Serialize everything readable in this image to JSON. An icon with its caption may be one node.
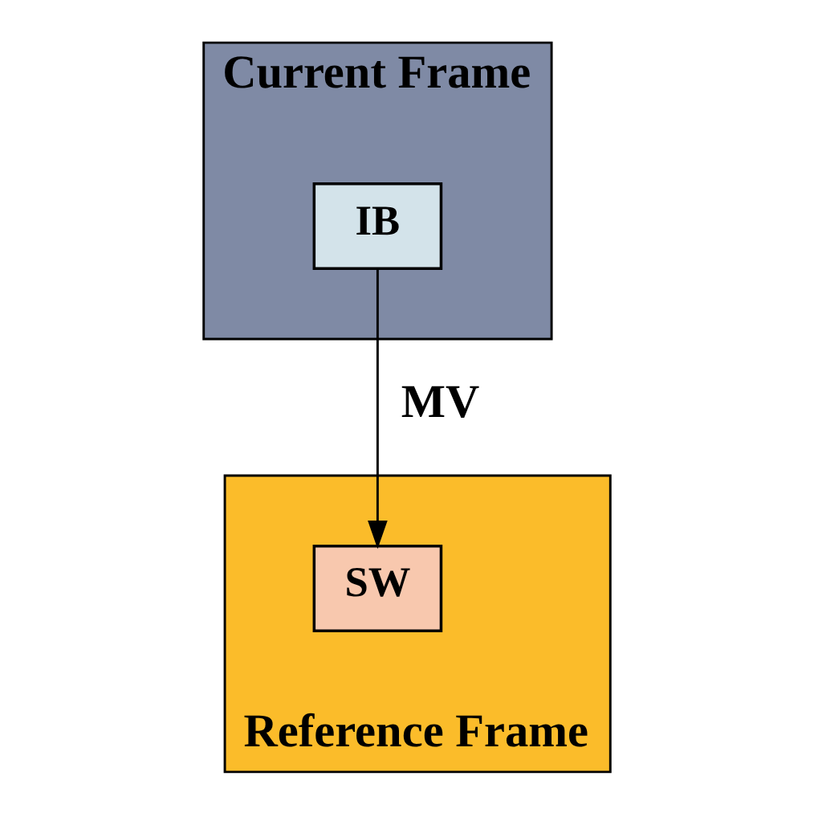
{
  "diagram": {
    "nodes": [
      {
        "text": [
          "Current Frame"
        ]
      },
      {
        "text": [
          "IB"
        ],
        "in": 0
      },
      {
        "text": [
          "Reference Frame"
        ]
      },
      {
        "text": [
          "SW"
        ],
        "in": 2
      }
    ],
    "edges": [
      {
        "from": 1,
        "to": 3,
        "arrow": "to",
        "label": "MV"
      }
    ]
  }
}
